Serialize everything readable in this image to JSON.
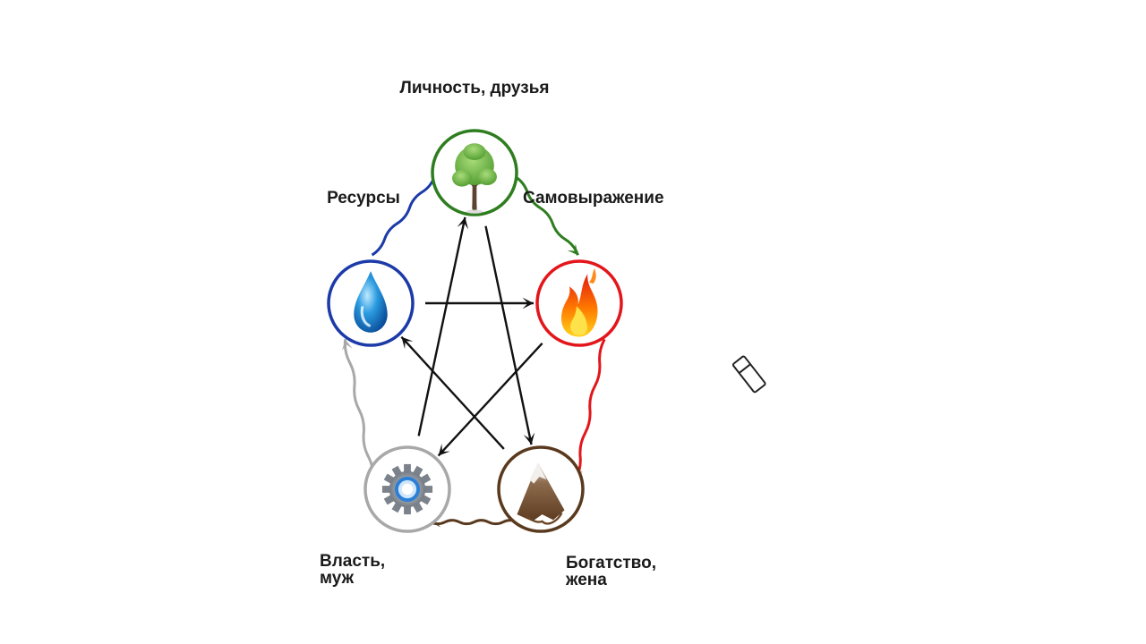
{
  "diagram": {
    "nodes": {
      "wood": {
        "label_lines": [
          "Личность, друзья"
        ],
        "color": "#2e7d1f",
        "icon": "tree-icon"
      },
      "fire": {
        "label_lines": [
          "Самовыражение"
        ],
        "color": "#e2161b",
        "icon": "flame-icon"
      },
      "earth": {
        "label_lines": [
          "Богатство,",
          "жена"
        ],
        "color": "#5a3a1e",
        "icon": "mountain-icon"
      },
      "metal": {
        "label_lines": [
          "Власть,",
          "муж"
        ],
        "color": "#a8a8a8",
        "icon": "gear-icon"
      },
      "water": {
        "label_lines": [
          "Ресурсы"
        ],
        "color": "#1c3aa8",
        "icon": "water-drop-icon"
      }
    },
    "cycle_arrows": [
      {
        "from": "wood",
        "to": "fire",
        "color": "#2e7d1f"
      },
      {
        "from": "fire",
        "to": "earth",
        "color": "#e2161b"
      },
      {
        "from": "earth",
        "to": "metal",
        "color": "#5a3a1e"
      },
      {
        "from": "metal",
        "to": "water",
        "color": "#a8a8a8"
      },
      {
        "from": "water",
        "to": "wood",
        "color": "#1c3aa8"
      }
    ],
    "star_arrows": [
      {
        "from": "water",
        "to": "fire"
      },
      {
        "from": "fire",
        "to": "metal"
      },
      {
        "from": "metal",
        "to": "wood"
      },
      {
        "from": "wood",
        "to": "earth"
      },
      {
        "from": "earth",
        "to": "water"
      }
    ]
  },
  "cursor": {
    "icon": "eraser-cursor-icon"
  }
}
